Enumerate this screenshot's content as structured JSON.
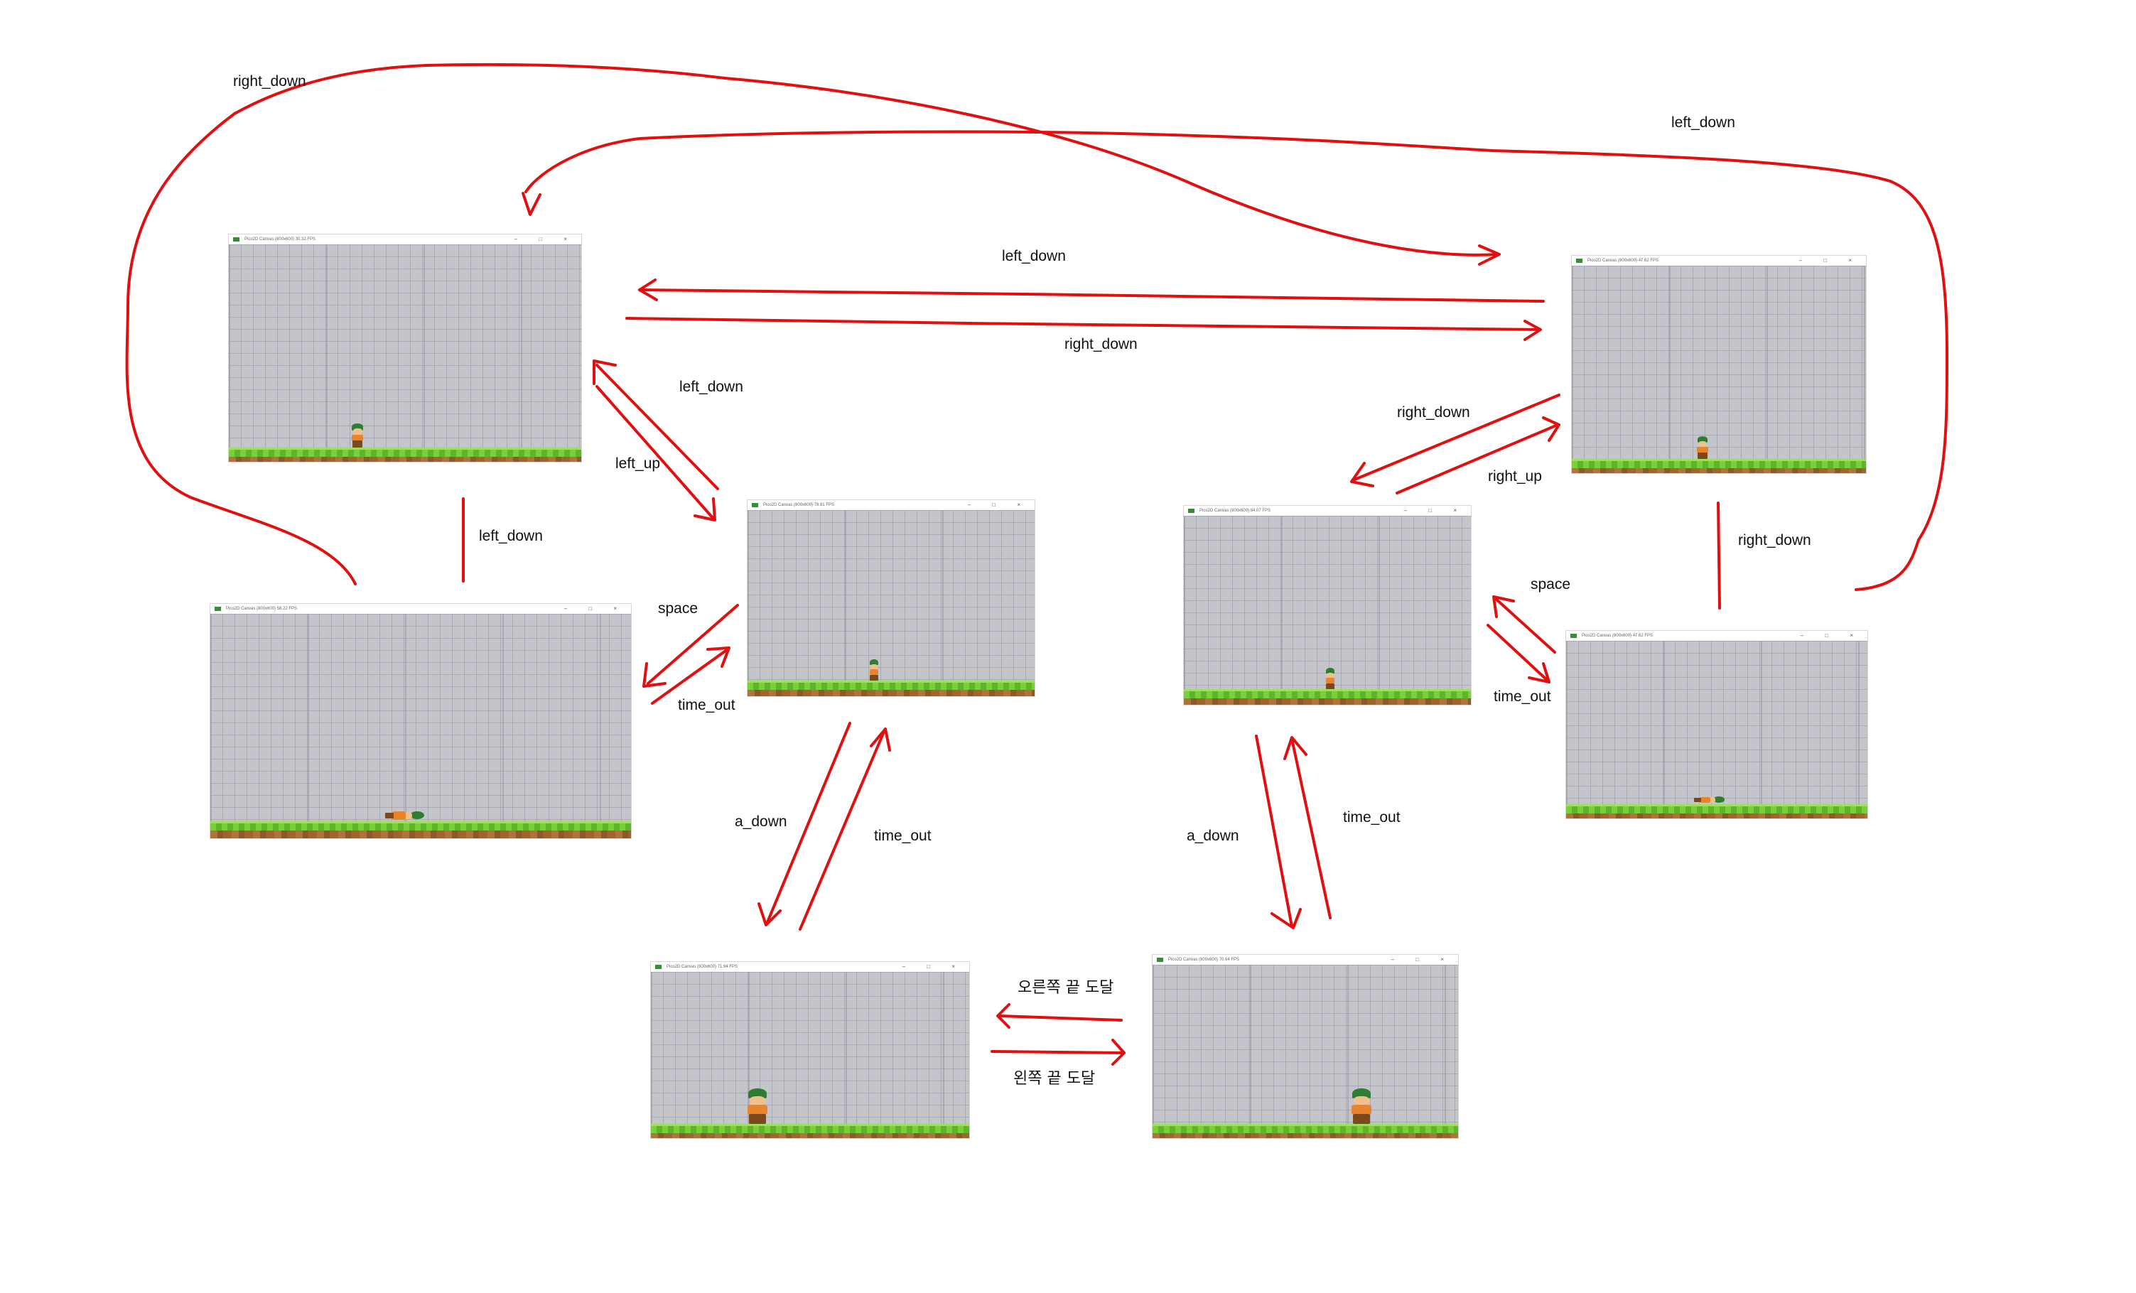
{
  "diagram": {
    "transition_labels": {
      "right_down_top_loop": "right_down",
      "left_down_top_loop": "left_down",
      "left_down_top": "left_down",
      "right_down_top": "right_down",
      "left_down_mid_left": "left_down",
      "left_up_mid_left": "left_up",
      "left_down_vertical_left": "left_down",
      "right_down_mid_right": "right_down",
      "right_up_mid_right": "right_up",
      "right_down_vertical_right": "right_down",
      "space_left": "space",
      "time_out_left": "time_out",
      "space_right": "space",
      "time_out_right": "time_out",
      "a_down_left": "a_down",
      "time_out_bottom_left": "time_out",
      "a_down_right": "a_down",
      "time_out_bottom_right": "time_out",
      "reach_right_end": "오른쪽 끝 도달",
      "reach_left_end": "왼쪽 끝 도달"
    },
    "arrow_color": "#e01010"
  },
  "screens": {
    "run_left": {
      "title": "Pico2D Canvas (800x600) 30.32 FPS",
      "controls": "– □ ×"
    },
    "run_right": {
      "title": "Pico2D Canvas (800x600) 47.62 FPS",
      "controls": "– □ ×"
    },
    "idle_left": {
      "title": "Pico2D Canvas (800x600) 78.91 FPS",
      "controls": "– □ ×"
    },
    "idle_right": {
      "title": "Pico2D Canvas (800x600) 84.07 FPS",
      "controls": "– □ ×"
    },
    "sleep_left": {
      "title": "Pico2D Canvas (800x600) 58.22 FPS",
      "controls": "– □ ×"
    },
    "sleep_right": {
      "title": "Pico2D Canvas (800x600) 47.62 FPS",
      "controls": "– □ ×"
    },
    "auto_run_left": {
      "title": "Pico2D Canvas (800x600) 71.94 FPS",
      "controls": "– □ ×"
    },
    "auto_run_right": {
      "title": "Pico2D Canvas (800x600) 70.64 FPS",
      "controls": "– □ ×"
    }
  }
}
